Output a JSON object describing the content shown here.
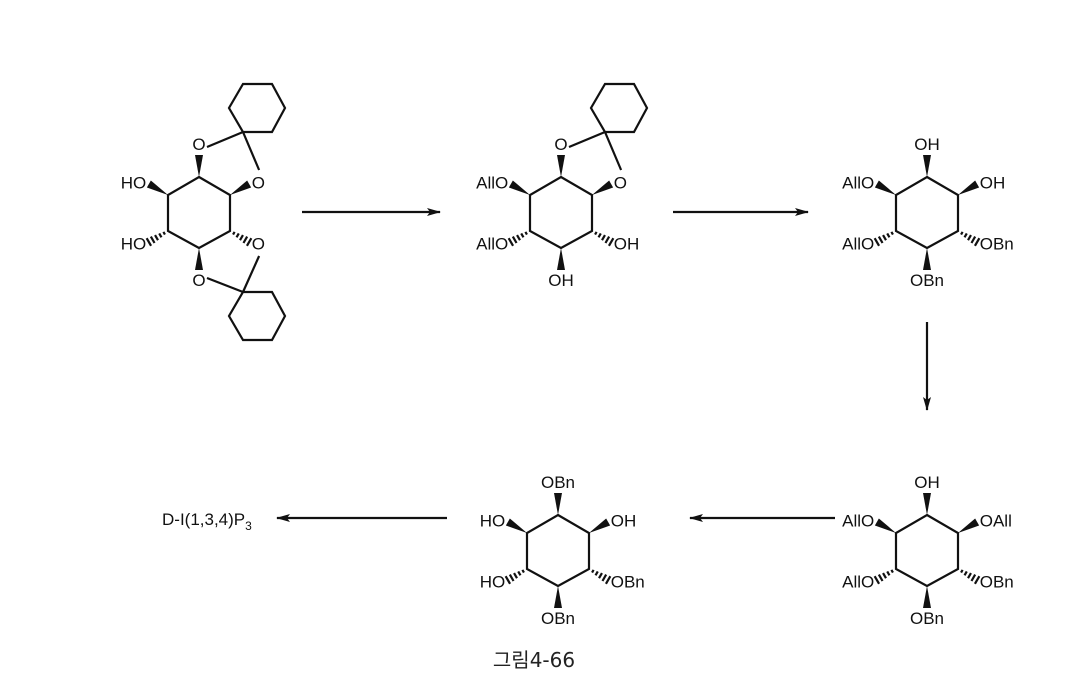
{
  "figure": {
    "caption": "그림4-66",
    "product": {
      "main": "D-I(1,3,4)P",
      "sub": "3"
    },
    "molecules": [
      {
        "name": "compound-1",
        "ketal_top": true,
        "ketal_bottom": true,
        "subs": {
          "top": {
            "label": "O",
            "bond": "wedge"
          },
          "ul": {
            "label": "HO",
            "bond": "wedge"
          },
          "ur": {
            "label": "O",
            "bond": "wedge"
          },
          "ll": {
            "label": "HO",
            "bond": "hash"
          },
          "lr": {
            "label": "O",
            "bond": "hash"
          },
          "bottom": {
            "label": "O",
            "bond": "wedge"
          }
        }
      },
      {
        "name": "compound-2",
        "ketal_top": true,
        "ketal_bottom": false,
        "subs": {
          "top": {
            "label": "O",
            "bond": "wedge"
          },
          "ul": {
            "label": "AllO",
            "bond": "wedge"
          },
          "ur": {
            "label": "O",
            "bond": "wedge"
          },
          "ll": {
            "label": "AllO",
            "bond": "hash"
          },
          "lr": {
            "label": "OH",
            "bond": "hash"
          },
          "bottom": {
            "label": "OH",
            "bond": "wedge"
          }
        }
      },
      {
        "name": "compound-3",
        "ketal_top": false,
        "ketal_bottom": false,
        "subs": {
          "top": {
            "label": "OH",
            "bond": "wedge"
          },
          "ul": {
            "label": "AllO",
            "bond": "wedge"
          },
          "ur": {
            "label": "OH",
            "bond": "wedge"
          },
          "ll": {
            "label": "AllO",
            "bond": "hash"
          },
          "lr": {
            "label": "OBn",
            "bond": "hash"
          },
          "bottom": {
            "label": "OBn",
            "bond": "wedge"
          }
        }
      },
      {
        "name": "compound-4",
        "ketal_top": false,
        "ketal_bottom": false,
        "subs": {
          "top": {
            "label": "OH",
            "bond": "wedge"
          },
          "ul": {
            "label": "AllO",
            "bond": "wedge"
          },
          "ur": {
            "label": "OAll",
            "bond": "wedge"
          },
          "ll": {
            "label": "AllO",
            "bond": "hash"
          },
          "lr": {
            "label": "OBn",
            "bond": "hash"
          },
          "bottom": {
            "label": "OBn",
            "bond": "wedge"
          }
        }
      },
      {
        "name": "compound-5",
        "ketal_top": false,
        "ketal_bottom": false,
        "subs": {
          "top": {
            "label": "OBn",
            "bond": "wedge"
          },
          "ul": {
            "label": "HO",
            "bond": "wedge"
          },
          "ur": {
            "label": "OH",
            "bond": "wedge"
          },
          "ll": {
            "label": "HO",
            "bond": "hash"
          },
          "lr": {
            "label": "OBn",
            "bond": "hash"
          },
          "bottom": {
            "label": "OBn",
            "bond": "wedge"
          }
        }
      }
    ]
  }
}
